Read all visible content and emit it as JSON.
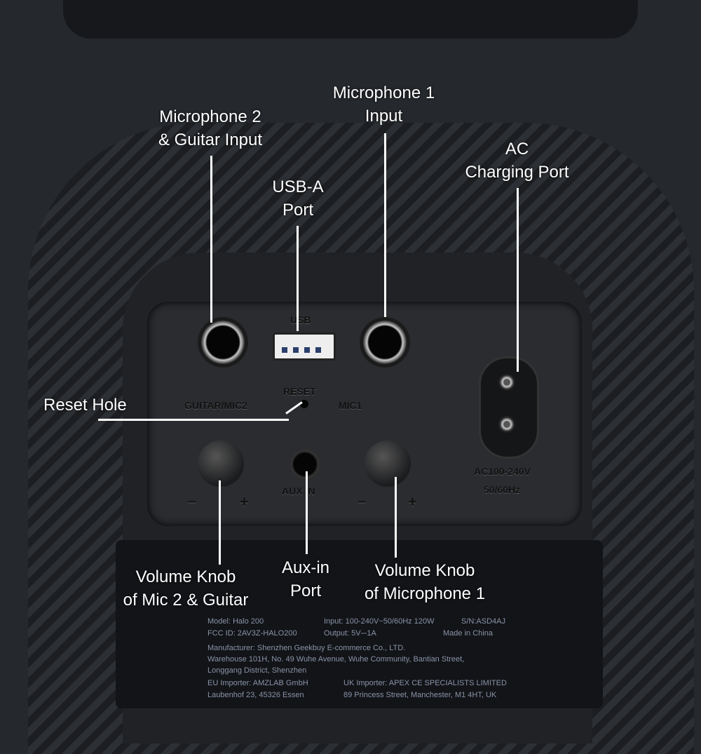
{
  "callouts": {
    "mic2": [
      "Microphone 2",
      "& Guitar Input"
    ],
    "mic1": [
      "Microphone 1",
      "Input"
    ],
    "usb": [
      "USB-A",
      "Port"
    ],
    "ac": [
      "AC",
      "Charging Port"
    ],
    "reset": "Reset Hole",
    "vol2": [
      "Volume Knob",
      "of Mic 2 & Guitar"
    ],
    "aux": [
      "Aux-in",
      "Port"
    ],
    "vol1": [
      "Volume Knob",
      "of Microphone 1"
    ]
  },
  "panel": {
    "usb": "USB",
    "reset": "RESET",
    "guitar_mic2": "GUITAR/MIC2",
    "mic1": "MIC1",
    "aux_in": "AUX IN",
    "ac_rating": "AC100-240V",
    "ac_freq": "50/60Hz",
    "minus": "−",
    "plus": "+"
  },
  "label": {
    "model": "Model: Halo 200",
    "input": "Input: 100-240V~50/60Hz 120W",
    "sn": "S/N:ASD4AJ",
    "fcc": "FCC ID: 2AV3Z-HALO200",
    "output": "Output: 5V⎓1A",
    "origin": "Made in China",
    "manufacturer": "Manufacturer: Shenzhen Geekbuy E-commerce Co., LTD.",
    "address1": "Warehouse 101H, No. 49 Wuhe Avenue, Wuhe Community, Bantian Street,",
    "address2": "Longgang District, Shenzhen",
    "eu1": "EU Importer: AMZLAB GmbH",
    "eu2": "Laubenhof 23, 45326 Essen",
    "uk1": "UK Importer: APEX CE SPECIALISTS LIMITED",
    "uk2": "89 Princess Street, Manchester, M1 4HT, UK"
  }
}
